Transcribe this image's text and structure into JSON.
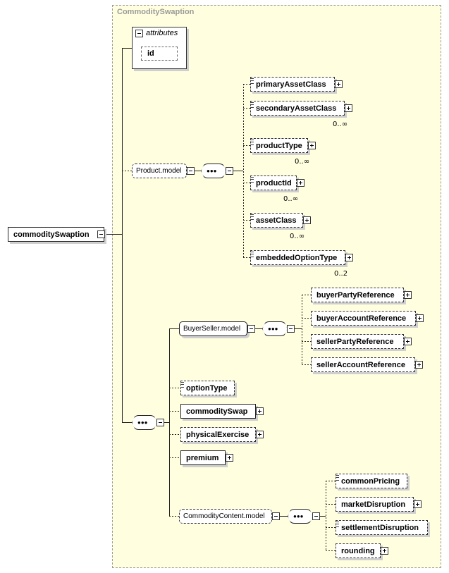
{
  "diagram": {
    "type_name": "CommoditySwaption",
    "root": {
      "label": "commoditySwaption"
    },
    "attributes": {
      "title": "attributes",
      "items": [
        "id"
      ]
    },
    "product_model": {
      "label": "Product.model",
      "children": [
        {
          "label": "primaryAssetClass",
          "card": ""
        },
        {
          "label": "secondaryAssetClass",
          "card": "0..∞"
        },
        {
          "label": "productType",
          "card": "0..∞"
        },
        {
          "label": "productId",
          "card": "0..∞"
        },
        {
          "label": "assetClass",
          "card": "0..∞"
        },
        {
          "label": "embeddedOptionType",
          "card": "0..2"
        }
      ]
    },
    "buyer_seller_model": {
      "label": "BuyerSeller.model",
      "children": [
        {
          "label": "buyerPartyReference"
        },
        {
          "label": "buyerAccountReference"
        },
        {
          "label": "sellerPartyReference"
        },
        {
          "label": "sellerAccountReference"
        }
      ]
    },
    "sequence_children": [
      {
        "label": "optionType"
      },
      {
        "label": "commoditySwap"
      },
      {
        "label": "physicalExercise"
      },
      {
        "label": "premium"
      }
    ],
    "commodity_content_model": {
      "label": "CommodityContent.model",
      "children": [
        {
          "label": "commonPricing"
        },
        {
          "label": "marketDisruption"
        },
        {
          "label": "settlementDisruption"
        },
        {
          "label": "rounding"
        }
      ]
    }
  }
}
